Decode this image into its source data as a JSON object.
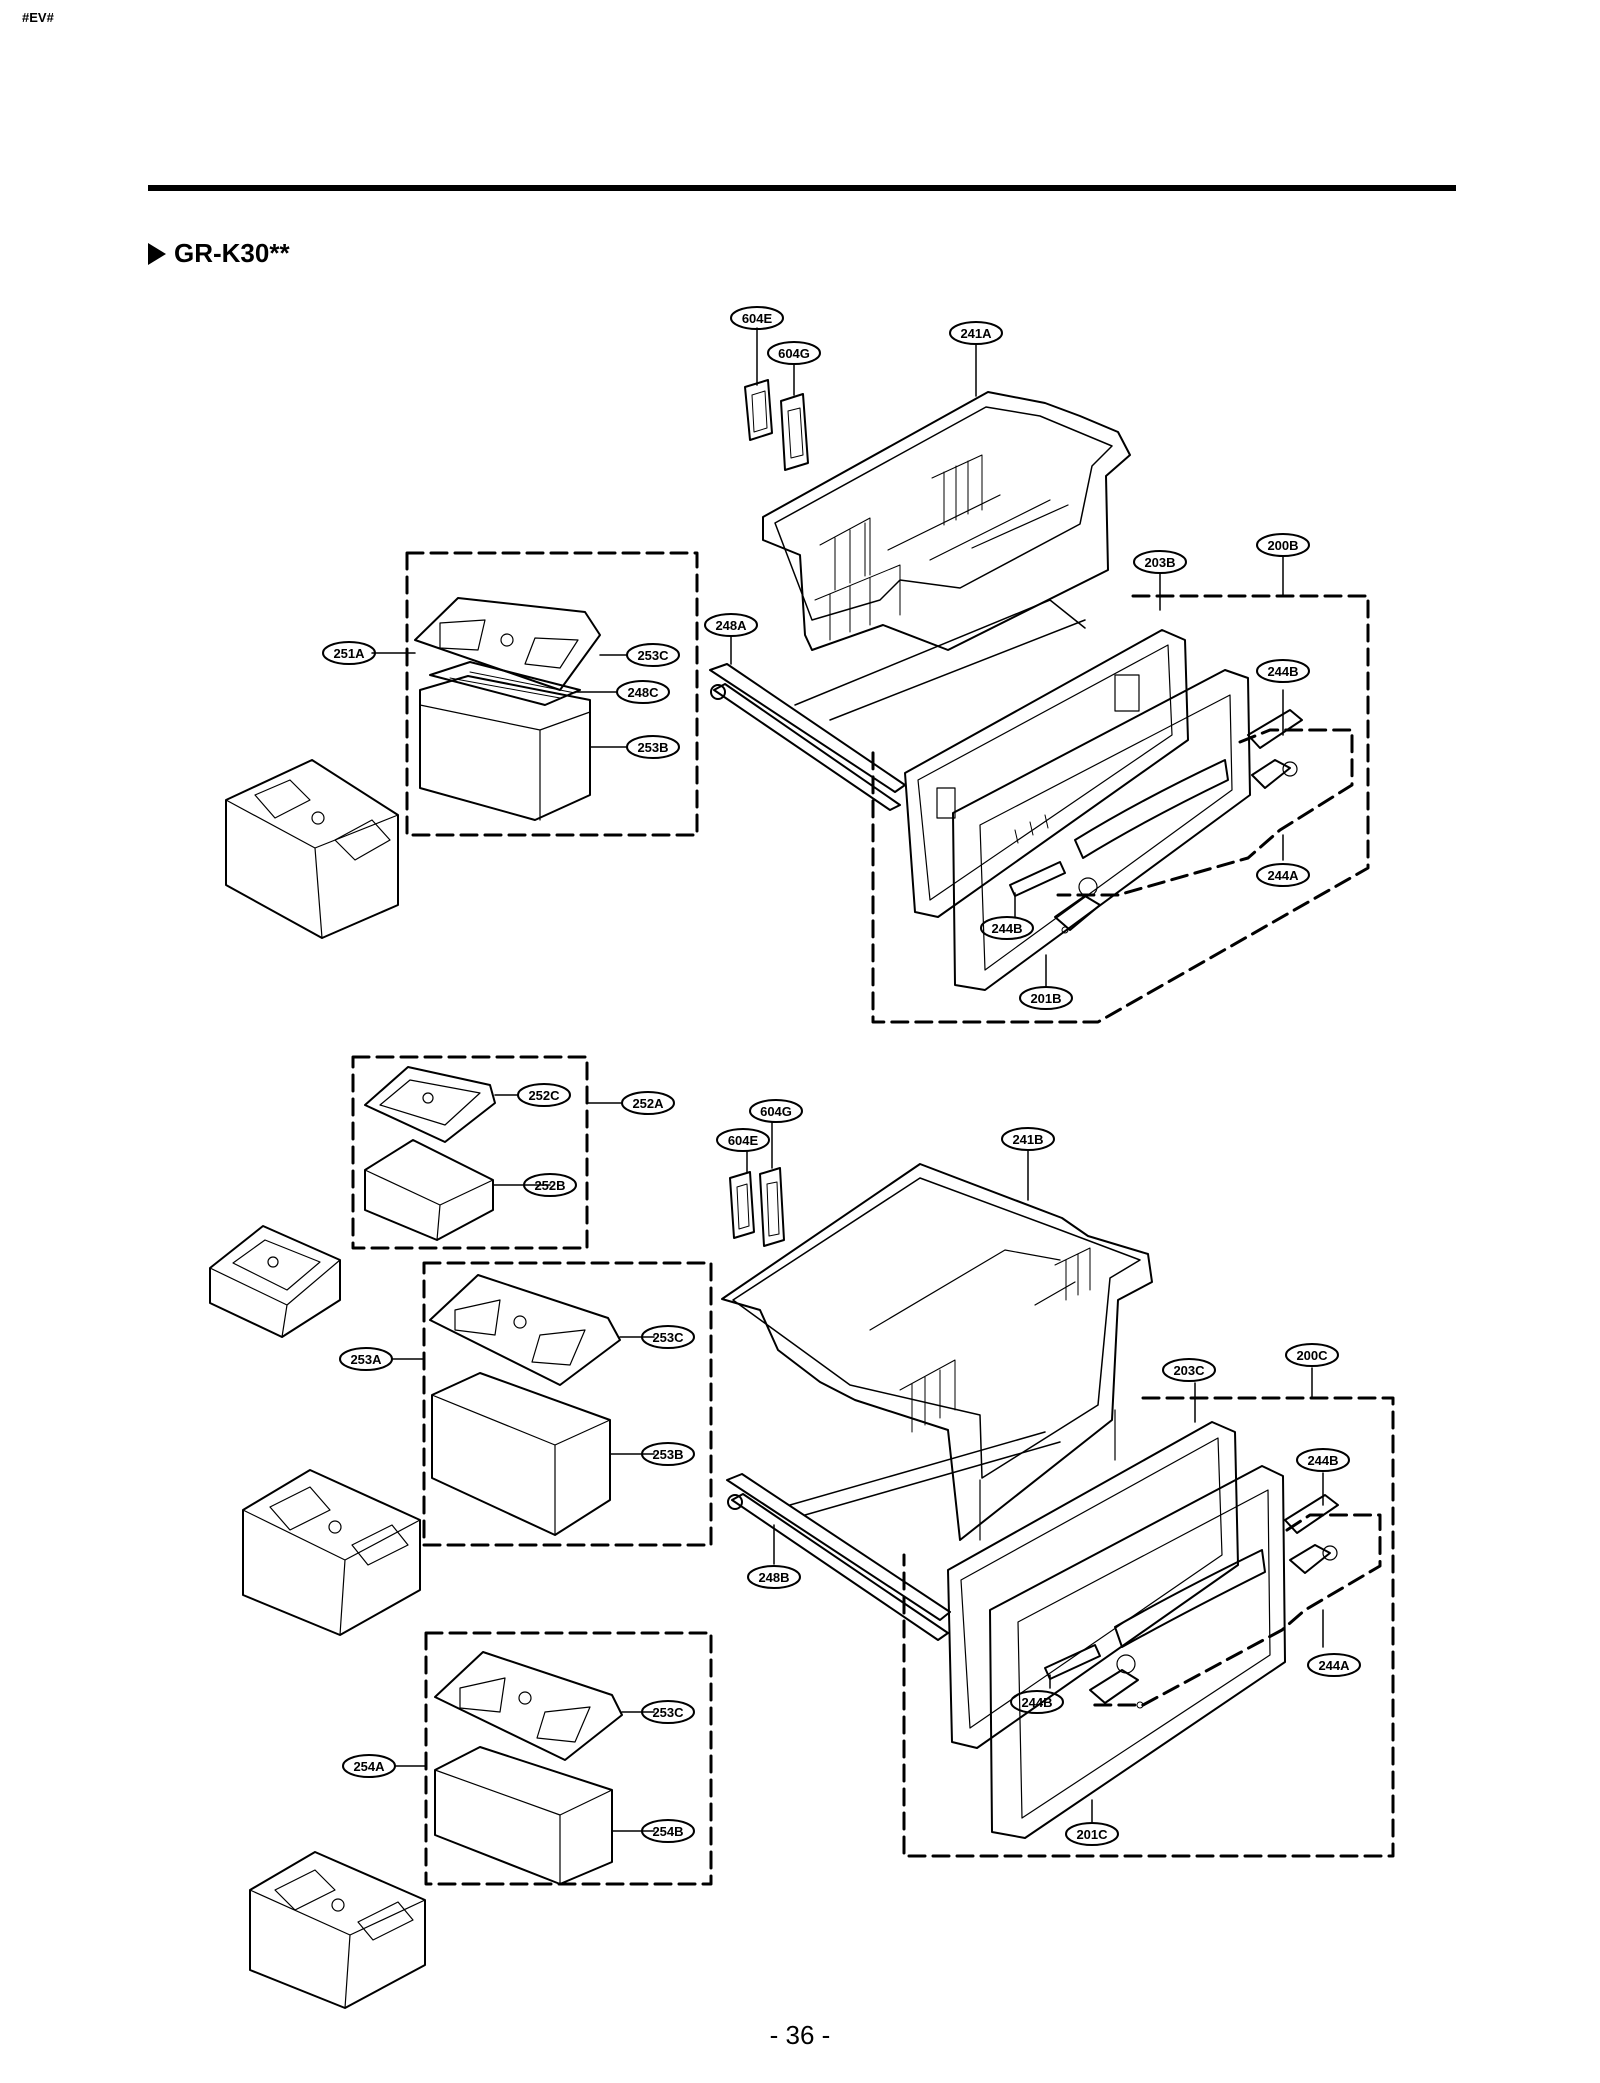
{
  "corner_tag": "#EV#",
  "section": {
    "title": "GR-K30**"
  },
  "page_number": "- 36 -",
  "callouts": {
    "c604E_top": "604E",
    "c604G_top": "604G",
    "c241A": "241A",
    "c203B": "203B",
    "c200B": "200B",
    "c248A": "248A",
    "c251A": "251A",
    "c253C_top": "253C",
    "c248C": "248C",
    "c253B_top": "253B",
    "c244B_r1": "244B",
    "c244A_1": "244A",
    "c244B_l1": "244B",
    "c201B": "201B",
    "c252C": "252C",
    "c252A": "252A",
    "c252B": "252B",
    "c604G_bot": "604G",
    "c604E_bot": "604E",
    "c241B": "241B",
    "c253A": "253A",
    "c253C_mid": "253C",
    "c203C": "203C",
    "c200C": "200C",
    "c253B_mid": "253B",
    "c244B_r2": "244B",
    "c248B": "248B",
    "c244A_2": "244A",
    "c244B_l2": "244B",
    "c253C_bot": "253C",
    "c254A": "254A",
    "c201C": "201C",
    "c254B": "254B"
  }
}
